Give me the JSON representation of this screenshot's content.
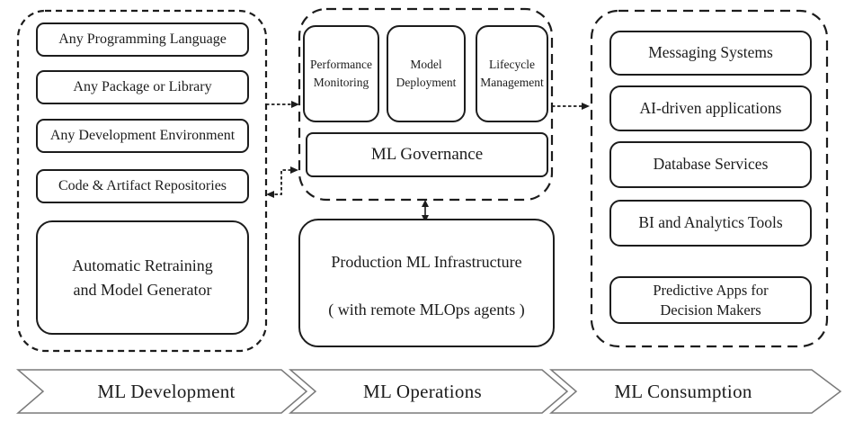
{
  "left_panel": {
    "items": [
      "Any Programming Language",
      "Any Package or Library",
      "Any Development Environment",
      "Code & Artifact Repositories"
    ],
    "big_box": "Automatic Retraining and Model Generator"
  },
  "middle_panel": {
    "top_boxes": [
      "Performance Monitoring",
      "Model Deployment",
      "Lifecycle Management"
    ],
    "governance": "ML Governance"
  },
  "infrastructure_box": {
    "line1": "Production ML Infrastructure",
    "line2": "( with remote MLOps agents )"
  },
  "right_panel": {
    "items": [
      "Messaging Systems",
      "AI-driven applications",
      "Database Services",
      "BI and Analytics Tools",
      "Predictive Apps for Decision Makers"
    ]
  },
  "banner": {
    "stages": [
      "ML Development",
      "ML Operations",
      "ML Consumption"
    ]
  },
  "colors": {
    "line": "#1c1c1c",
    "banner_stroke": "#7a7a7a",
    "background": "#ffffff"
  }
}
